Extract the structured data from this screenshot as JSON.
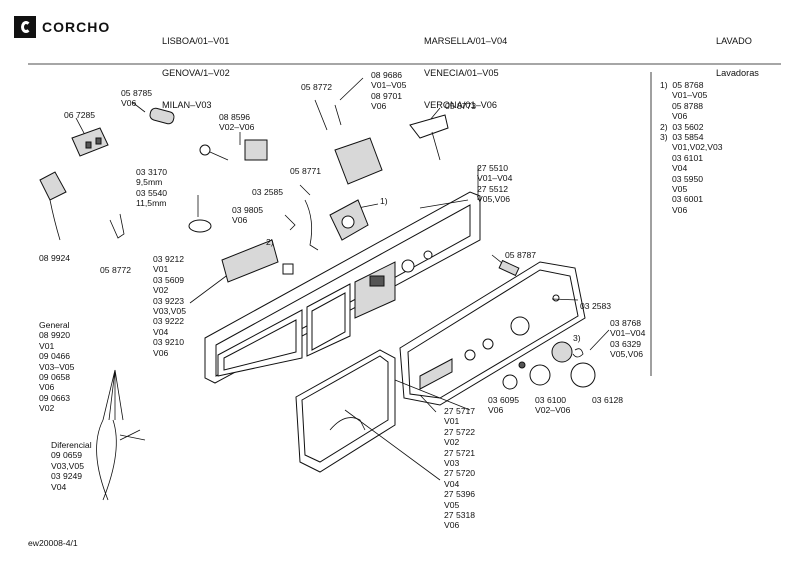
{
  "brand": {
    "name": "CORCHO"
  },
  "header": {
    "models_1": [
      "LISBOA/01–V01",
      "GENOVA/1–V02",
      "MILAN–V03"
    ],
    "models_2": [
      "MARSELLA/01–V04",
      "VENECIA/01–V05",
      "VERONA/01–V06"
    ],
    "category": [
      "LAVADO",
      "Lavadoras"
    ]
  },
  "labels": {
    "l_067285": "06 7285",
    "l_058785": "05 8785\nV06",
    "l_088596": "08 8596\nV02–V06",
    "l_058772a": "05 8772",
    "l_089686": "08 9686\nV01–V05\n08 9701\nV06",
    "l_058773": "05 8773",
    "l_033170": "03 3170\n9,5mm\n03 5540\n11,5mm",
    "l_032585": "03 2585",
    "l_058771": "05 8771",
    "l_039805": "03 9805\nV06",
    "l_089924": "08 9924",
    "l_058772b": "05 8772",
    "l_039212": "03 9212\nV01\n03 5609\nV02\n03 9223\nV03,V05\n03 9222\nV04\n03 9210\nV06",
    "l_275510": "27 5510\nV01–V04\n27 5512\nV05,V06",
    "l_058787": "05 8787",
    "l_032583": "03 2583",
    "l_038768": "03 8768\nV01–V04\n03 6329\nV05,V06",
    "l_036095": "03 6095\nV06",
    "l_036100": "03 6100\nV02–V06",
    "l_036128": "03 6128",
    "l_275717": "27 5717\nV01\n27 5722\nV02\n27 5721\nV03\n27 5720\nV04\n27 5396\nV05\n27 5318\nV06",
    "l_general": "General\n08 9920\nV01\n09 0466\nV03–V05\n09 0658\nV06\n09 0663\nV02",
    "l_diferencial": "Diferencial\n09 0659\nV03,V05\n03 9249\nV04",
    "mark1": "1)",
    "mark2": "2)",
    "mark3": "3)"
  },
  "notes": "1)  05 8768\n     V01–V05\n     05 8788\n     V06\n2)  03 5602\n3)  03 5854\n     V01,V02,V03\n     03 6101\n     V04\n     03 5950\n     V05\n     03 6001\n     V06",
  "footer": {
    "code": "ew20008-4/1"
  }
}
